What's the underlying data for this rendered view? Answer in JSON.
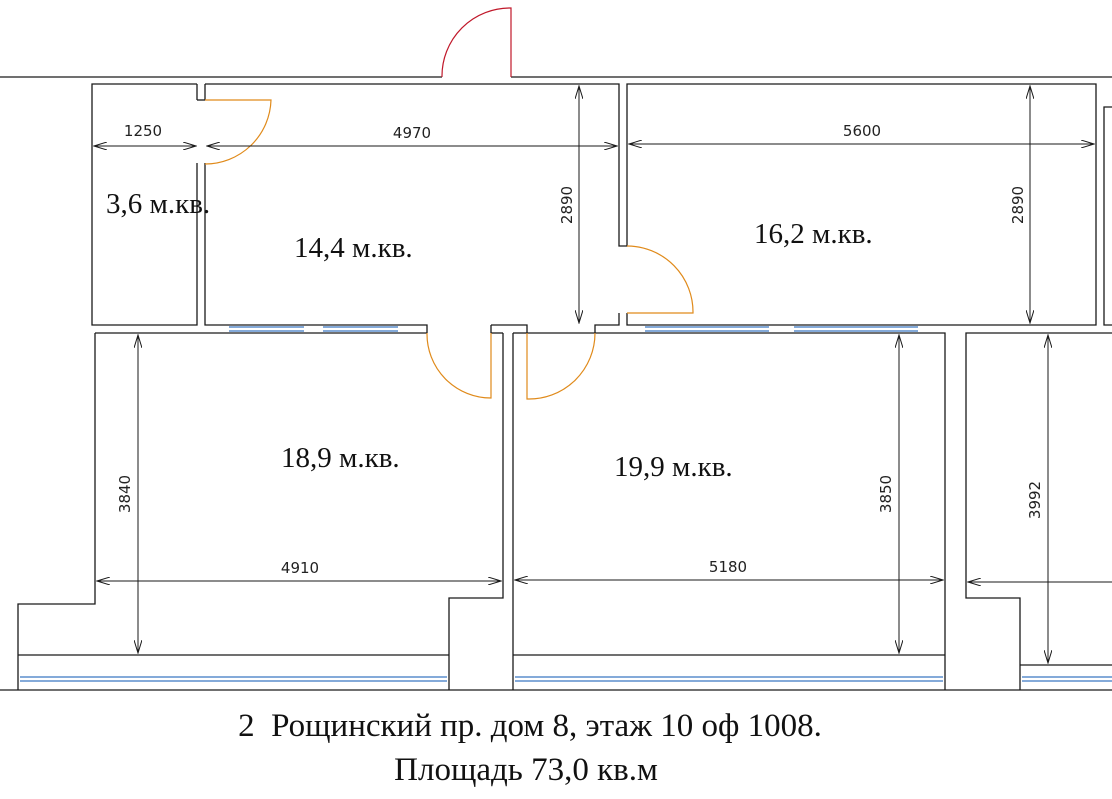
{
  "colors": {
    "wall": "#1a1a1a",
    "door": "#e08a1a",
    "entrance_door": "#c0182a",
    "window": "#3a78c2",
    "dimension": "#1a1a1a"
  },
  "rooms": [
    {
      "id": "room-closet",
      "area": "3,6 м.кв."
    },
    {
      "id": "room-entry",
      "area": "14,4 м.кв."
    },
    {
      "id": "room-right-office",
      "area": "16,2 м.кв."
    },
    {
      "id": "room-left-office",
      "area": "18,9 м.кв."
    },
    {
      "id": "room-center-office",
      "area": "19,9 м.кв."
    }
  ],
  "dimensions": [
    {
      "id": "dim-1250",
      "value": "1250"
    },
    {
      "id": "dim-4970",
      "value": "4970"
    },
    {
      "id": "dim-5600",
      "value": "5600"
    },
    {
      "id": "dim-2890-a",
      "value": "2890"
    },
    {
      "id": "dim-2890-b",
      "value": "2890"
    },
    {
      "id": "dim-3840",
      "value": "3840"
    },
    {
      "id": "dim-4910",
      "value": "4910"
    },
    {
      "id": "dim-5180",
      "value": "5180"
    },
    {
      "id": "dim-3850",
      "value": "3850"
    },
    {
      "id": "dim-3992",
      "value": "3992"
    }
  ],
  "caption": {
    "address": "2  Рощинский пр. дом 8, этаж 10 оф 1008.",
    "total_area": "Площадь 73,0 кв.м"
  }
}
